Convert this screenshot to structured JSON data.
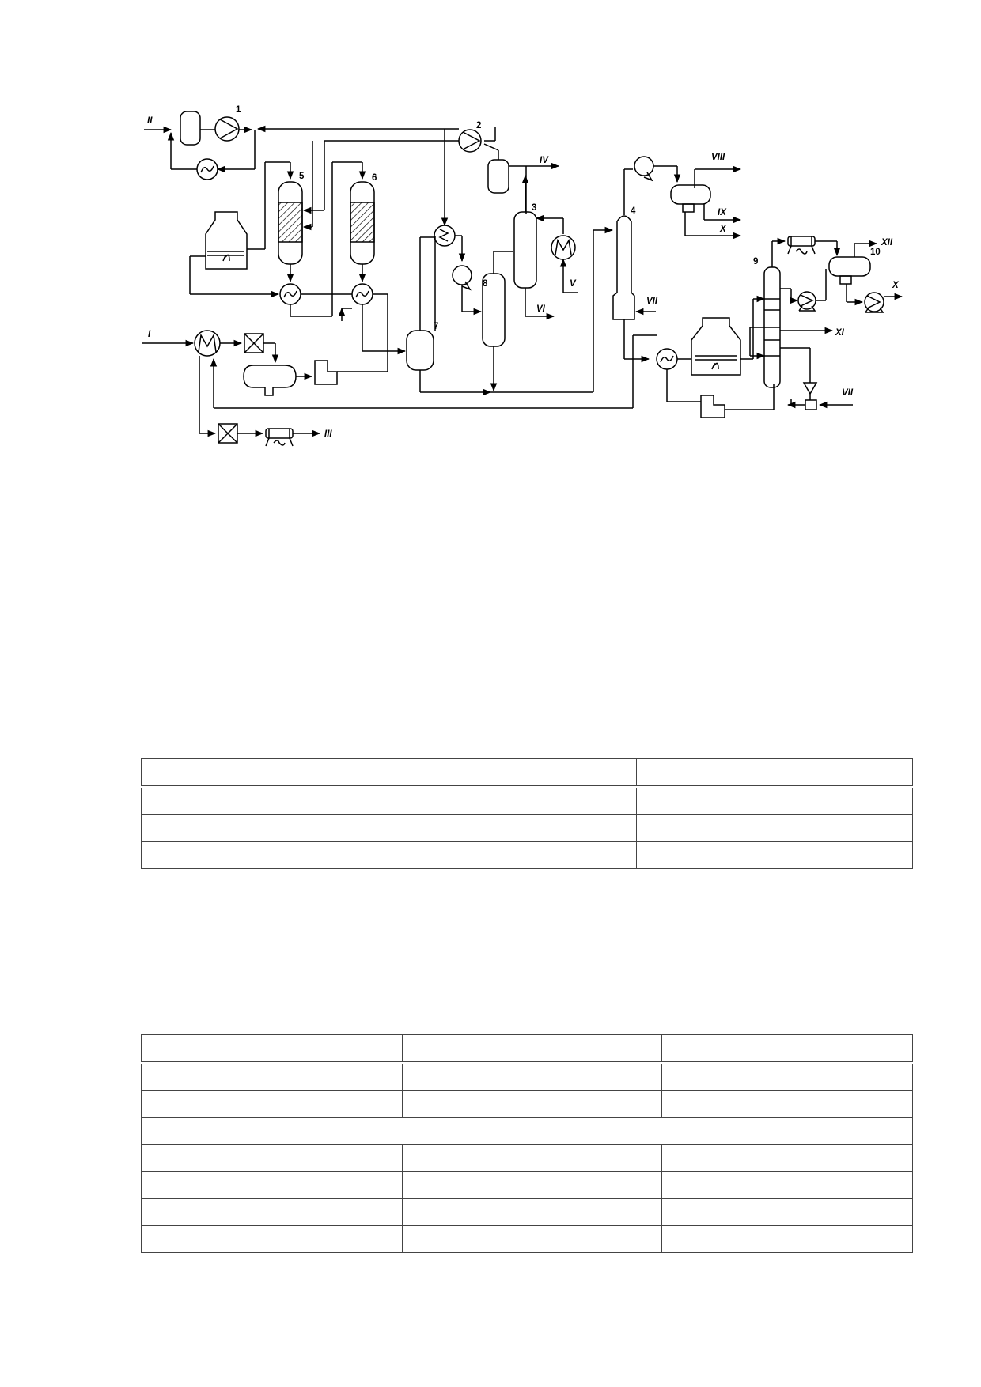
{
  "diagram": {
    "equipment_numbers": [
      "1",
      "2",
      "3",
      "4",
      "5",
      "6",
      "7",
      "8",
      "9",
      "10"
    ],
    "stream_labels": {
      "feed": "I",
      "gas_in": "II",
      "offgas": "III",
      "gas_out": "IV",
      "steam": "V",
      "bottoms_3": "VI",
      "stripping_steam": "VII",
      "gas_top": "VIII",
      "stream_ix": "IX",
      "stream_x": "X",
      "stream_xi": "XI",
      "stream_xii": "XII"
    }
  },
  "table1": {
    "rows": 4,
    "columns": 2
  },
  "table2": {
    "rows": 8,
    "columns": 3,
    "merged_row_index": 3
  }
}
